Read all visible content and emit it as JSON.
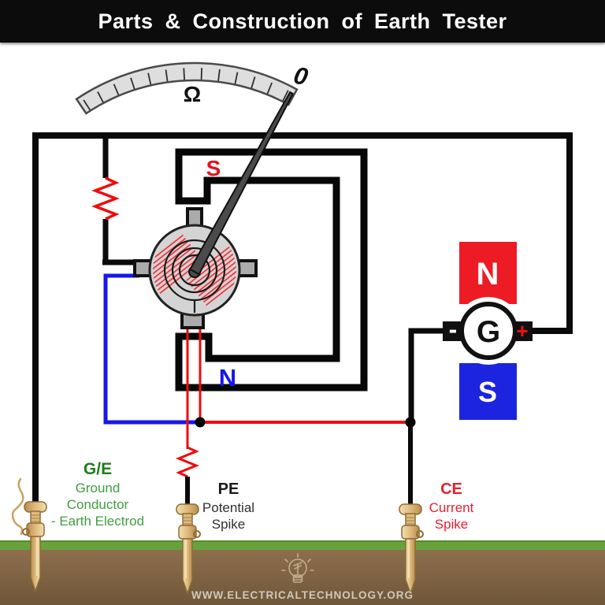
{
  "header": {
    "title": "Parts & Construction of Earth Tester"
  },
  "meter": {
    "unit_symbol": "Ω",
    "zero_label": "0"
  },
  "movement": {
    "top_pole_label": "S",
    "bottom_pole_label": "N"
  },
  "generator": {
    "north_label": "N",
    "south_label": "S",
    "label": "G",
    "negative_terminal": "-",
    "positive_terminal": "+"
  },
  "electrodes": {
    "ge": {
      "abbr": "G/E",
      "line1": "Ground",
      "line2": "Conductor",
      "line3": "- Earth Electrod"
    },
    "pe": {
      "abbr": "PE",
      "line1": "Potential",
      "line2": "Spike"
    },
    "ce": {
      "abbr": "CE",
      "line1": "Current",
      "line2": "Spike"
    }
  },
  "footer": {
    "watermark": "WWW.ELECTRICALTECHNOLOGY.ORG"
  },
  "colors": {
    "wire_black": "#0a0a0a",
    "wire_red": "#f20a0a",
    "wire_blue": "#1616ec",
    "green_text": "#3f9e3f",
    "red_text": "#ee1c2e",
    "magnet_red": "#ed1b24",
    "magnet_blue": "#1d24e0",
    "grass": "#69a23d",
    "soil": "#8d6f4c",
    "spike_brass": "#e9c98e"
  }
}
